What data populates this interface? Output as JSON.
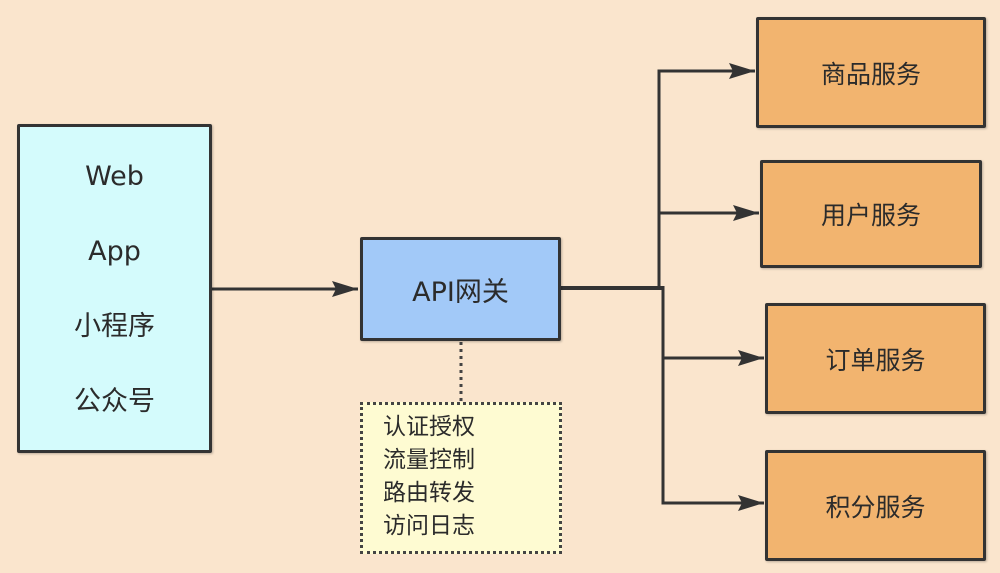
{
  "clients": {
    "items": [
      "Web",
      "App",
      "小程序",
      "公众号"
    ],
    "color": "#d4fbfc"
  },
  "gateway": {
    "label": "API网关",
    "color": "#a2c9f8"
  },
  "gateway_features": {
    "items": [
      "认证授权",
      "流量控制",
      "路由转发",
      "访问日志"
    ],
    "color": "#fefbd2"
  },
  "services": {
    "items": [
      "商品服务",
      "用户服务",
      "订单服务",
      "积分服务"
    ],
    "color": "#f2b46f"
  },
  "background_color": "#fae5cd",
  "edges": [
    {
      "from": "clients",
      "to": "gateway",
      "style": "arrow"
    },
    {
      "from": "gateway",
      "to": "gateway_features",
      "style": "dotted"
    },
    {
      "from": "gateway",
      "to": "services.0",
      "style": "arrow"
    },
    {
      "from": "gateway",
      "to": "services.1",
      "style": "arrow"
    },
    {
      "from": "gateway",
      "to": "services.2",
      "style": "arrow"
    },
    {
      "from": "gateway",
      "to": "services.3",
      "style": "arrow"
    }
  ]
}
